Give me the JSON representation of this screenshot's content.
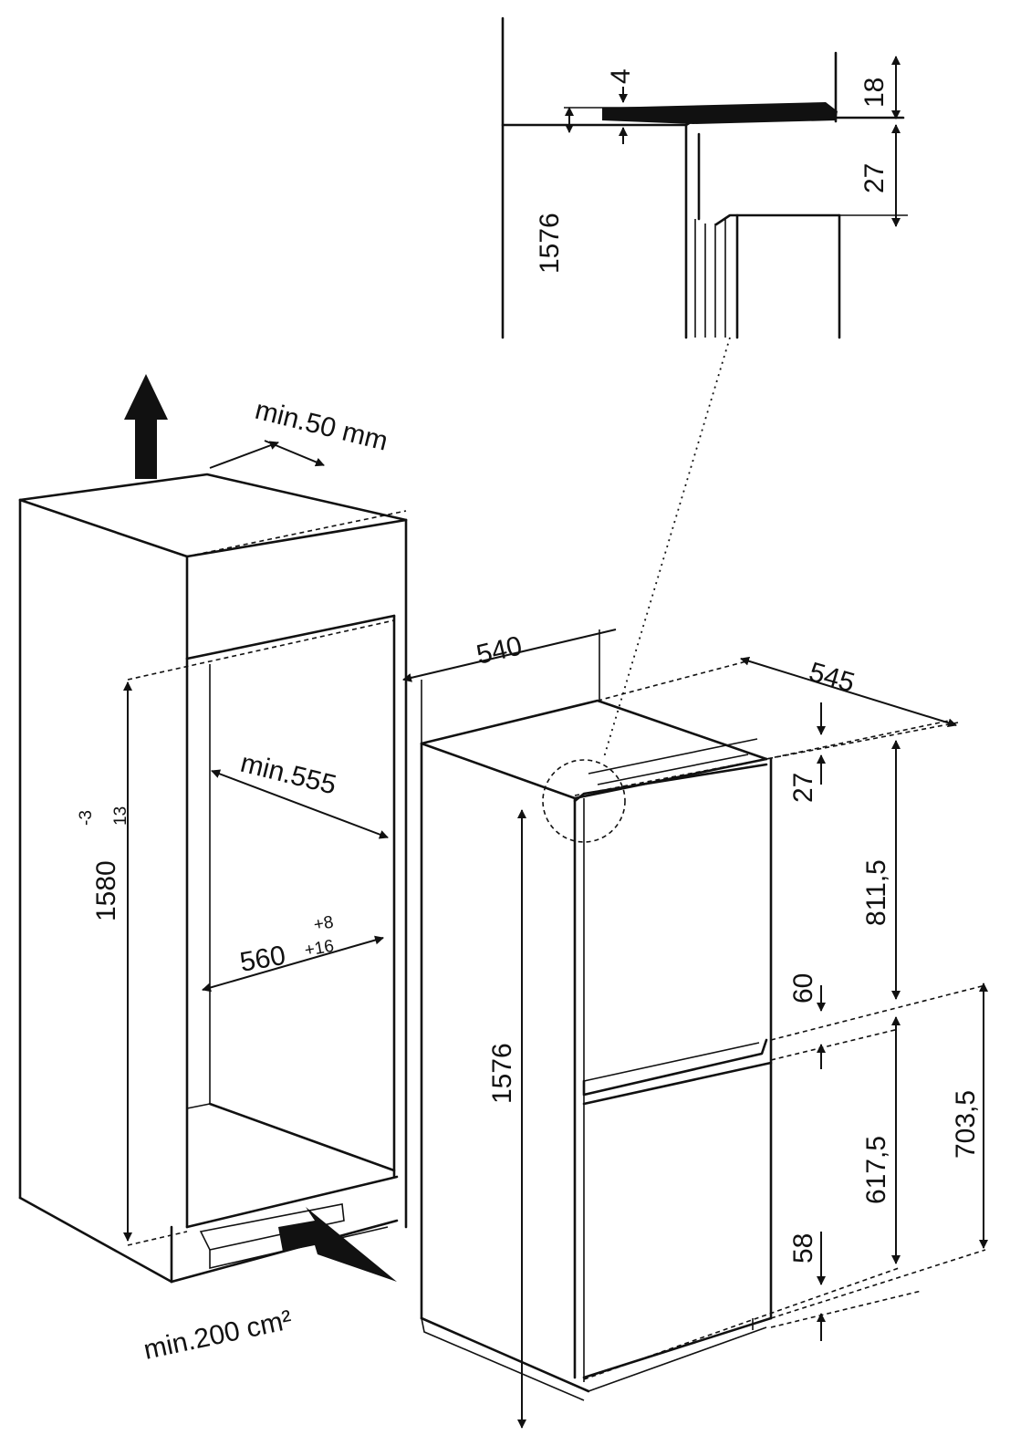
{
  "labels": {
    "d1576_top": "1576",
    "d18": "18",
    "d4": "4",
    "d27_top": "27",
    "min_60": "min.50 mm",
    "d540": "540",
    "d545": "545",
    "d27": "27",
    "d811": "811,5",
    "d60": "60",
    "d617": "617,5",
    "d703": "703,5",
    "d58": "58",
    "d1576": "1576",
    "d1580": "1580",
    "tol1580": "-3",
    "tol1580b": "13",
    "min555": "min.555",
    "d560": "560",
    "tol560": "+8",
    "tol560b": "+16",
    "min200": "min.200 cm²"
  }
}
